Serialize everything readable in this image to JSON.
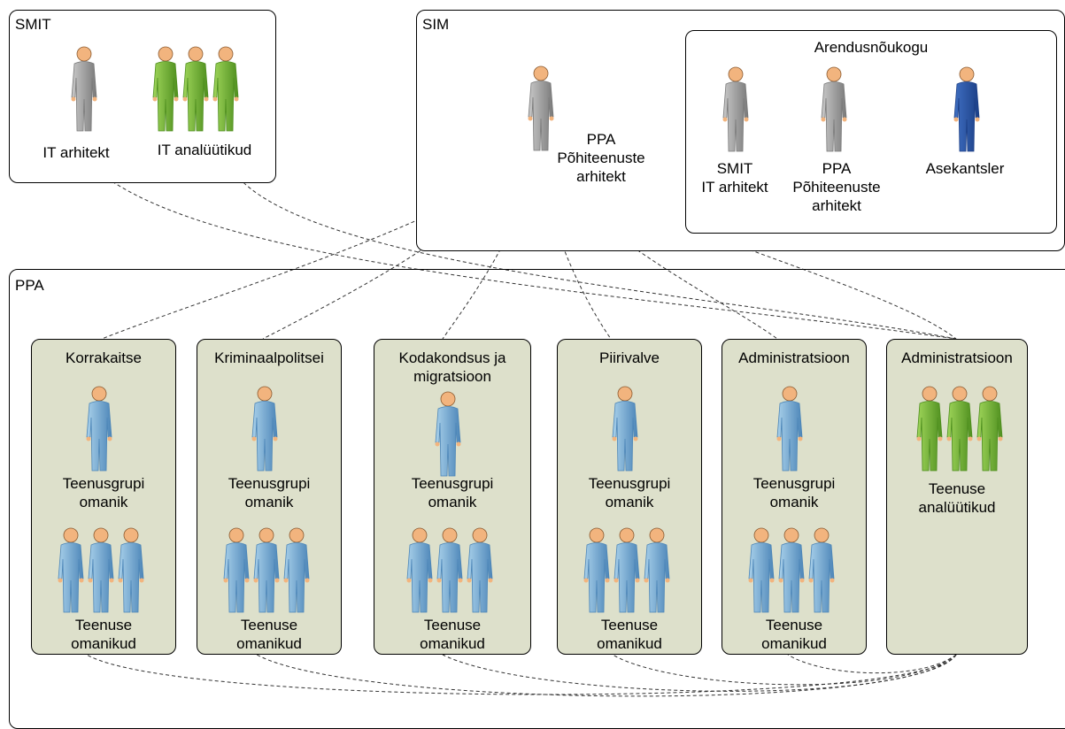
{
  "colors": {
    "gray": [
      "#c8c8c8",
      "#7a7a7a"
    ],
    "green": [
      "#9fd55a",
      "#4f8f1f"
    ],
    "blue": [
      "#a8d0ea",
      "#4d86b8"
    ],
    "darkblue": [
      "#3f6fc2",
      "#1c3f86"
    ],
    "group_fill": "#dde0cb"
  },
  "smit": {
    "title": "SMIT",
    "architect_label": "IT arhitekt",
    "architect_icon": "gray-person-icon",
    "analysts_label": "IT analüütikud",
    "analysts_icon": "green-people-group-icon"
  },
  "sim": {
    "title": "SIM",
    "architect_label": "PPA\nPõhiteenuste\narhitekt",
    "architect_icon": "gray-person-icon",
    "council": {
      "title": "Arendusnõukogu",
      "members": [
        {
          "label": "SMIT\nIT arhitekt",
          "icon": "gray-person-icon"
        },
        {
          "label": "PPA\nPõhiteenuste\narhitekt",
          "icon": "gray-person-icon"
        },
        {
          "label": "Asekantsler",
          "icon": "darkblue-person-icon"
        }
      ]
    }
  },
  "ppa": {
    "title": "PPA",
    "groups": [
      {
        "title": "Korrakaitse",
        "owner_label": "Teenusgrupi\nomanik",
        "team_label": "Teenuse\nomanikud"
      },
      {
        "title": "Kriminaalpolitsei",
        "owner_label": "Teenusgrupi\nomanik",
        "team_label": "Teenuse\nomanikud"
      },
      {
        "title": "Kodakondsus ja\nmigratsioon",
        "owner_label": "Teenusgrupi\nomanik",
        "team_label": "Teenuse\nomanikud"
      },
      {
        "title": "Piirivalve",
        "owner_label": "Teenusgrupi\nomanik",
        "team_label": "Teenuse\nomanikud"
      },
      {
        "title": "Administratsioon",
        "owner_label": "Teenusgrupi\nomanik",
        "team_label": "Teenuse\nomanikud"
      },
      {
        "title": "Administratsioon",
        "analysts_label": "Teenuse\nanalüütikud",
        "analysts_icon": "green-people-group-icon"
      }
    ]
  }
}
